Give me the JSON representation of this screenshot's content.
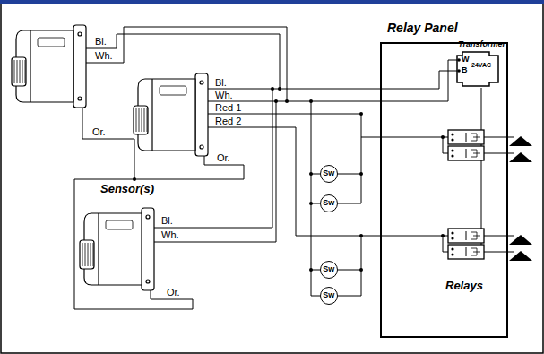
{
  "diagram": {
    "nodes": [
      {
        "text": [
          "Relay Panel"
        ]
      },
      {
        "text": [
          "Transformer",
          "W",
          "B",
          "24VAC"
        ],
        "in": 0
      },
      {
        "text": [
          "Sw"
        ]
      },
      {
        "text": [
          "Sw"
        ]
      },
      {
        "text": [
          "Sw"
        ]
      },
      {
        "text": [
          "Sw"
        ]
      }
    ],
    "labels": [
      "Bl.",
      "Wh.",
      "Bl.",
      "Wh.",
      "Red 1",
      "Red 2",
      "Or.",
      "Or.",
      "Sensor(s)",
      "Bl.",
      "Wh.",
      "Relays",
      "Or."
    ]
  }
}
